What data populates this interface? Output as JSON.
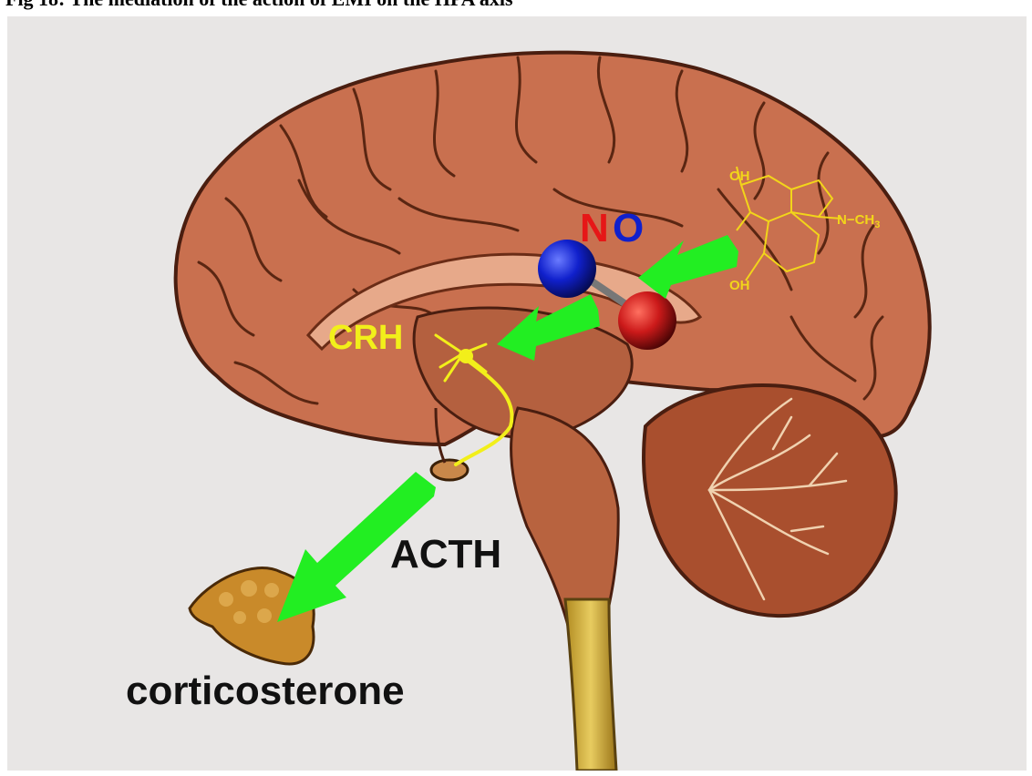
{
  "caption": "Fig 18: The mediation of the action of EMI on the HPA axis",
  "labels": {
    "no_n": "N",
    "no_o": "O",
    "crh": "CRH",
    "acth": "ACTH",
    "corticosterone": "corticosterone",
    "oh_top": "OH",
    "oh_bottom": "OH",
    "methylamine": "N−CH",
    "methyl_sub": "3"
  },
  "colors": {
    "background": "#e8e6e5",
    "brain": "#c9704f",
    "arrow": "#22ee22",
    "oxygen_atom": "#cc1a1a",
    "nitrogen_atom": "#1020cc",
    "crh_text": "#f2ef1a",
    "molecule": "#f2d51a",
    "spinal_cord": "#d9b540",
    "adrenal": "#c98a2a"
  }
}
